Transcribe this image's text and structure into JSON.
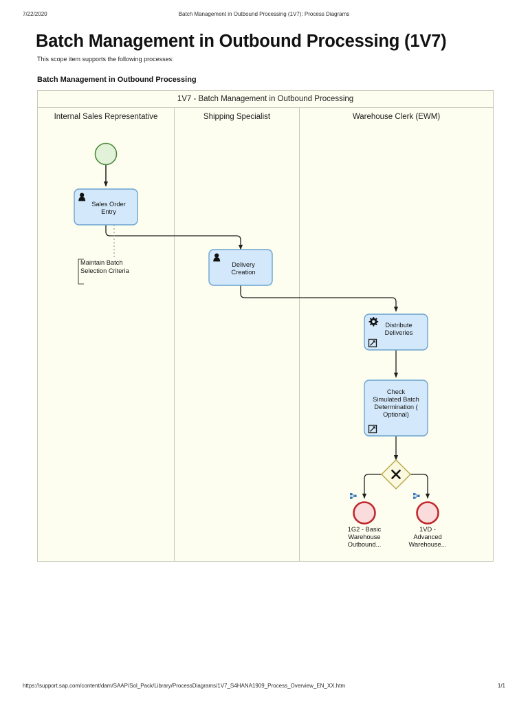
{
  "page": {
    "header_date": "7/22/2020",
    "header_title": "Batch Management in Outbound Processing (1V7): Process Diagrams",
    "doc_title": "Batch Management in Outbound Processing (1V7)",
    "doc_subtitle": "This scope item supports the following processes:",
    "section_title": "Batch Management in Outbound Processing",
    "footer_url": "https://support.sap.com/content/dam/SAAP/Sol_Pack/Library/ProcessDiagrams/1V7_S4HANA1909_Process_Overview_EN_XX.htm",
    "footer_page": "1/1"
  },
  "colors": {
    "pool_background": "#fdfdf0",
    "pool_border": "#c9c9bb",
    "task_fill": "#d3e8fa",
    "task_border": "#6ba3cf",
    "start_fill": "#e2f2d9",
    "start_border": "#4e8a3c",
    "end_fill": "#fbdcdc",
    "end_border": "#c0282d",
    "gateway_fill": "#fbf8e0",
    "gateway_border": "#b5a642",
    "connector": "#1f1f1f",
    "link_marker": "#3a78b5"
  },
  "diagram": {
    "pool_title": "1V7 - Batch Management in Outbound Processing",
    "lanes": [
      {
        "label": "Internal Sales Representative"
      },
      {
        "label": "Shipping Specialist"
      },
      {
        "label": "Warehouse Clerk (EWM)"
      }
    ],
    "nodes": [
      {
        "id": "start",
        "type": "start-event",
        "label": "",
        "lane": 0
      },
      {
        "id": "sales-order-entry",
        "type": "user-task",
        "label": "Sales Order\nEntry",
        "label_line_1": "Sales Order",
        "label_line_2": "Entry",
        "marker": "user-icon",
        "lane": 0
      },
      {
        "id": "maintain-batch-selection-criteria",
        "type": "annotation",
        "label_line_1": "Maintain Batch",
        "label_line_2": "Selection Criteria",
        "lane": 0
      },
      {
        "id": "delivery-creation",
        "type": "user-task",
        "label_line_1": "Delivery",
        "label_line_2": "Creation",
        "marker": "user-icon",
        "lane": 1
      },
      {
        "id": "distribute-deliveries",
        "type": "service-task",
        "label_line_1": "Distribute",
        "label_line_2": "Deliveries",
        "marker": "gear-icon",
        "sub_marker": "external-link-icon",
        "lane": 2
      },
      {
        "id": "check-simulated-batch-determination",
        "type": "task",
        "label_line_1": "Check",
        "label_line_2": "Simulated Batch",
        "label_line_3": "Determination (",
        "label_line_4": "Optional)",
        "sub_marker": "external-link-icon",
        "lane": 2
      },
      {
        "id": "exclusive-gateway",
        "type": "exclusive-gateway",
        "symbol": "X",
        "lane": 2
      },
      {
        "id": "end-1g2",
        "type": "end-event-link",
        "label_line_1": "1G2 - Basic",
        "label_line_2": "Warehouse",
        "label_line_3": "Outbound...",
        "marker": "link-icon",
        "lane": 2
      },
      {
        "id": "end-1vd",
        "type": "end-event-link",
        "label_line_1": "1VD -",
        "label_line_2": "Advanced",
        "label_line_3": "Warehouse...",
        "marker": "link-icon",
        "lane": 2
      }
    ]
  }
}
